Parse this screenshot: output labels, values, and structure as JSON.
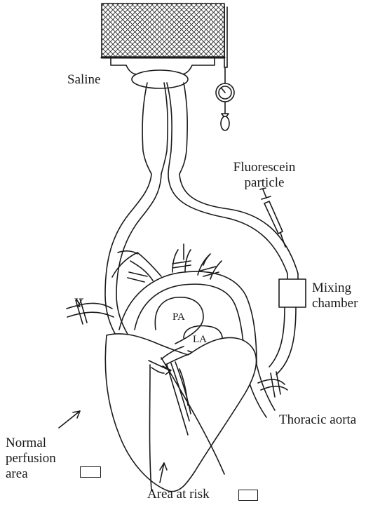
{
  "labels": {
    "saline": "Saline",
    "fluorescein": "Fluorescein\nparticle",
    "mixing_chamber": "Mixing\nchamber",
    "y": "Y",
    "pa": "PA",
    "la": "LA",
    "thoracic_aorta": "Thoracic aorta",
    "normal_perfusion": "Normal\nperfusion\narea",
    "area_at_risk": "Area at risk"
  }
}
